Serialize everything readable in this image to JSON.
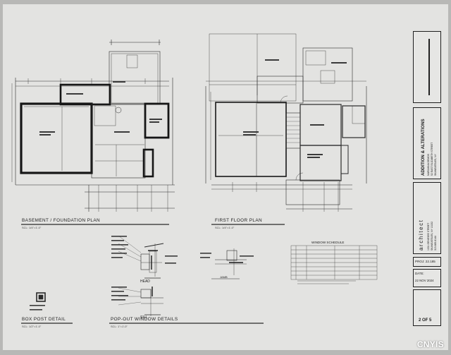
{
  "sheet": {
    "drawings": {
      "basement_plan": {
        "title": "BASEMENT / FOUNDATION PLAN",
        "scale": "SCL: 1/4\"=1'-0\""
      },
      "first_floor_plan": {
        "title": "FIRST FLOOR PLAN",
        "scale": "SCL: 1/4\"=1'-0\""
      },
      "box_post_detail": {
        "title": "BOX POST DETAIL",
        "scale": "SCL: 1/2\"=1'-0\""
      },
      "pop_out_window_details": {
        "title": "POP-OUT WINDOW DETAILS",
        "scale": "SCL: 1\"=1'-0\""
      },
      "head_label": "HEAD",
      "sill_label": "SILL",
      "jamb_label": "JAMB",
      "window_schedule_title": "WINDOW SCHEDULE"
    },
    "title_block": {
      "project_title": "ADDITION & ALTERATIONS",
      "project_sub": "MARIANNA DEMOS\n52 EAST ELIZABETH STREET\nSKANEATELES, NY",
      "firm_name": "architect",
      "firm_address": "1331 GENESEE STREET\nSKANEATELES, NY 13152\n315.685.8144",
      "proj_no": "PROJ: 22.185",
      "date_label": "DATE:",
      "date_value": "22 NOV 2024",
      "sheet_number": "2 OF 5"
    }
  },
  "watermark": "CNYIS"
}
